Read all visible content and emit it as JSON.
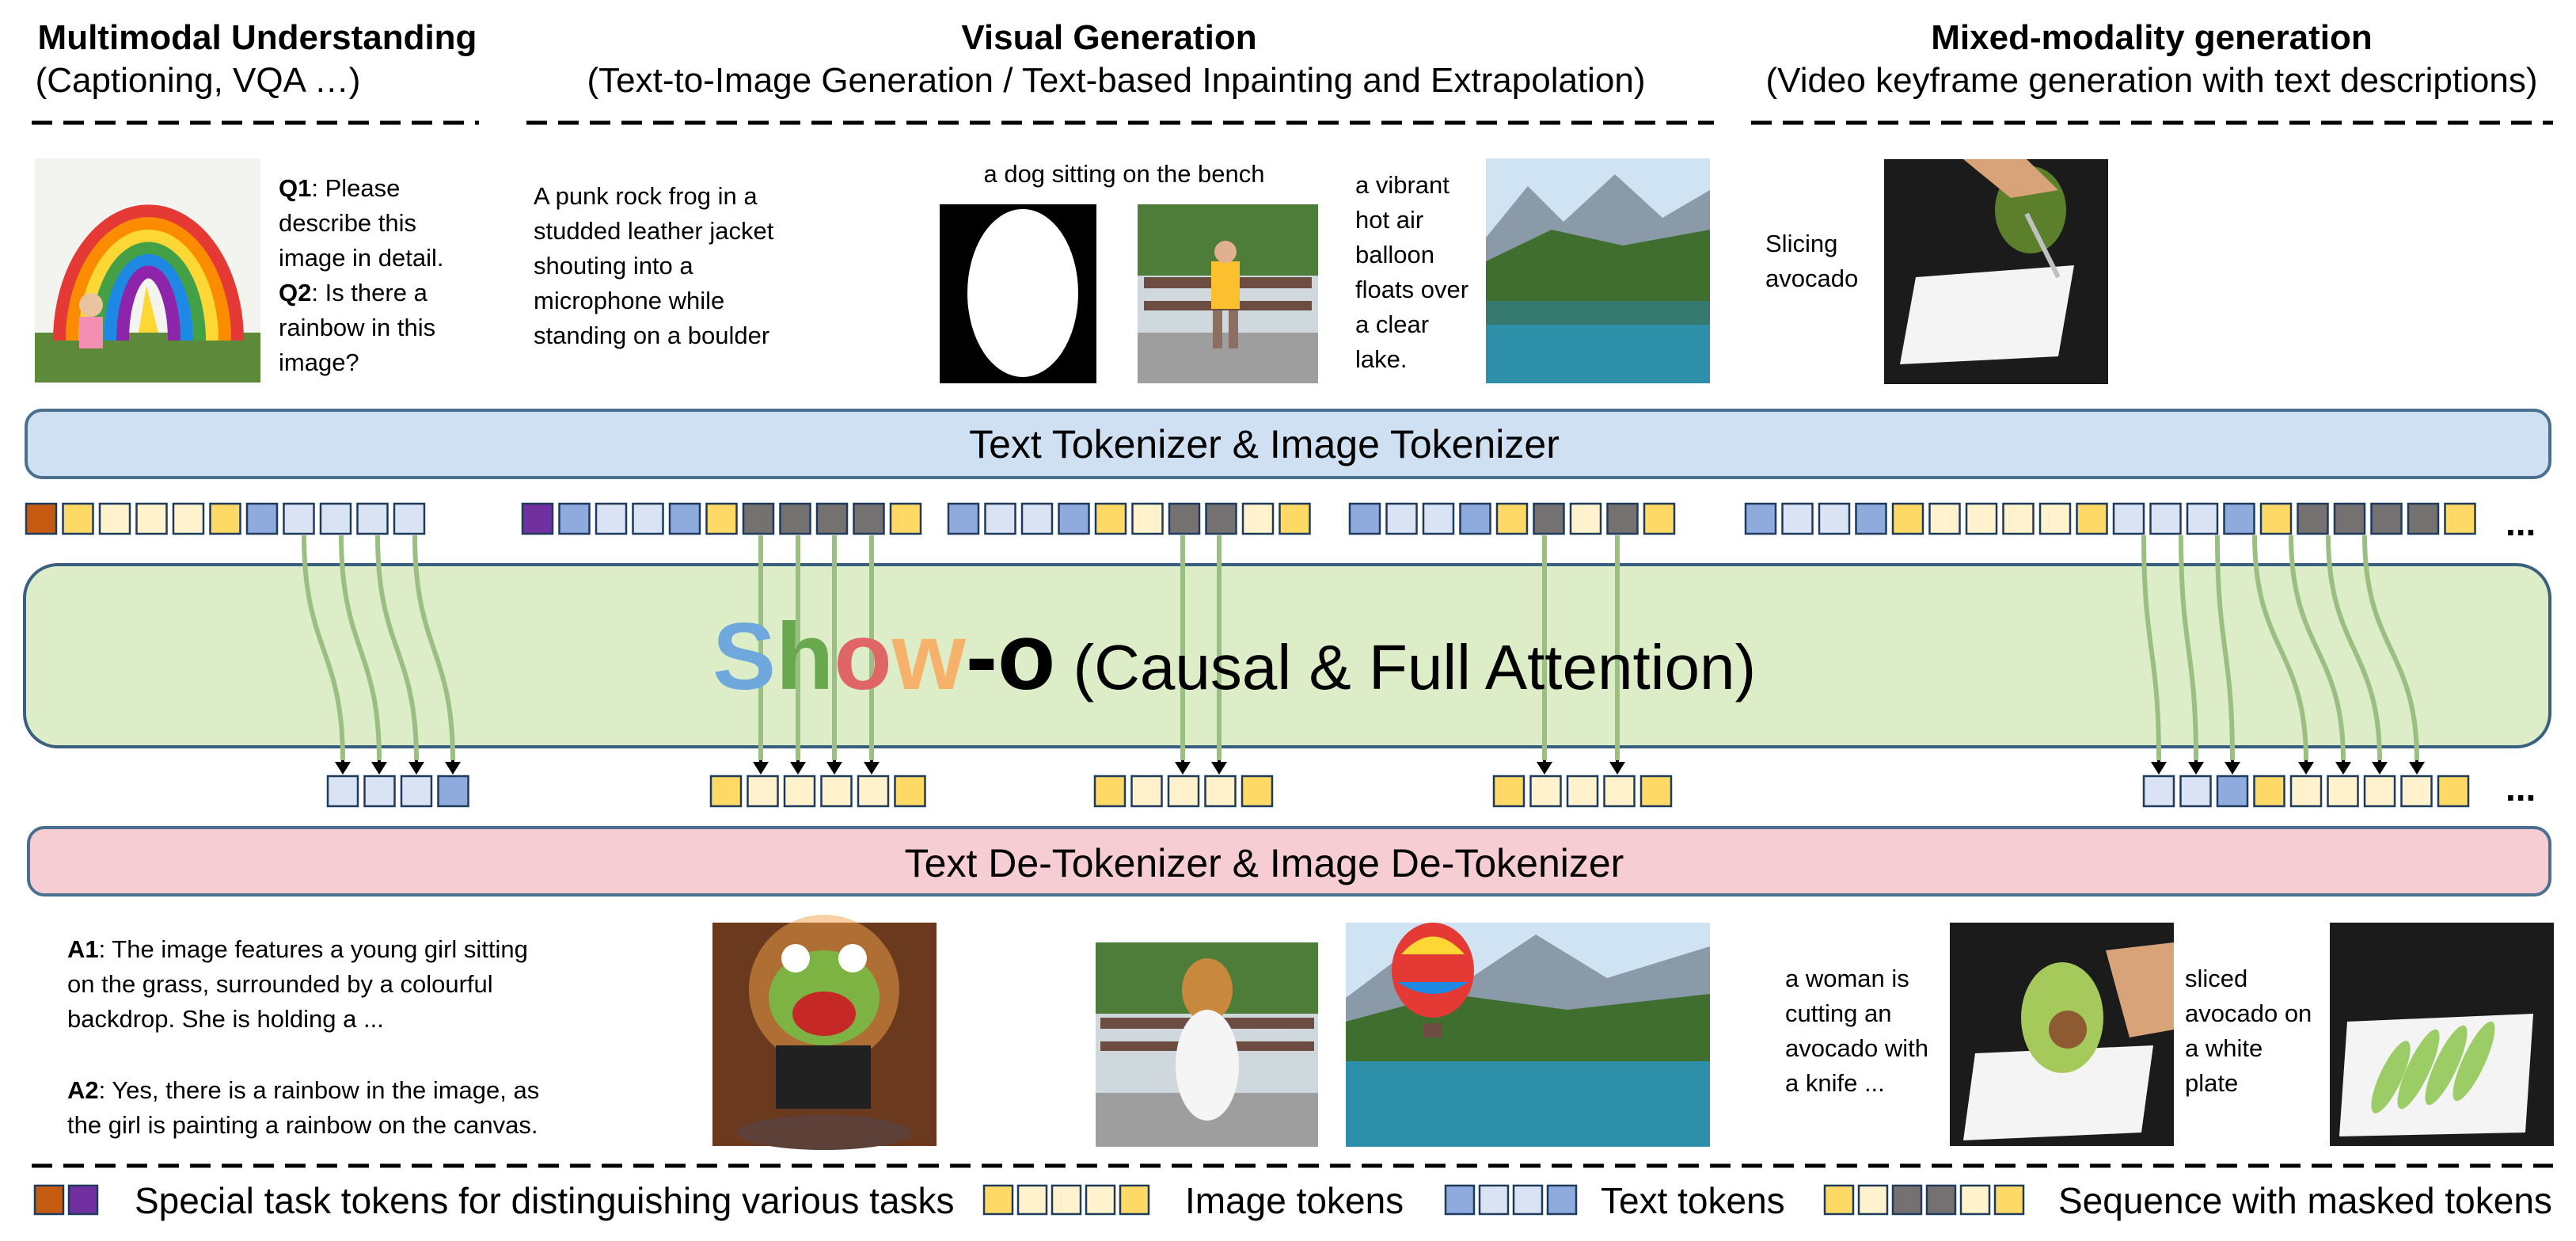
{
  "sections": {
    "understanding": {
      "title": "Multimodal Understanding",
      "subtitle": "(Captioning, VQA …)"
    },
    "generation": {
      "title": "Visual Generation",
      "subtitle": "(Text-to-Image Generation / Text-based Inpainting and Extrapolation)"
    },
    "mixed": {
      "title": "Mixed-modality generation",
      "subtitle": "(Video keyframe generation with text descriptions)"
    }
  },
  "inputs": {
    "q1_label": "Q1",
    "q1_lines": [
      ": Please",
      "describe this",
      "image in detail."
    ],
    "q2_label": "Q2",
    "q2_lines": [
      ": Is there a",
      "rainbow in this",
      "image?"
    ],
    "t2i_prompt": [
      "A punk rock frog in a",
      "studded leather jacket",
      "shouting into a",
      "microphone while",
      "standing on a boulder"
    ],
    "inpaint_prompt": "a dog sitting on the bench",
    "extrap_prompt": [
      "a vibrant",
      "hot air",
      "balloon",
      "floats over",
      "a clear",
      "lake."
    ],
    "mixed_prompt": [
      "Slicing",
      "avocado"
    ]
  },
  "tokenizer_label": "Text Tokenizer & Image Tokenizer",
  "model": {
    "name_letters": [
      "S",
      "h",
      "o",
      "w",
      "-o"
    ],
    "subtitle": " (Causal & Full Attention)"
  },
  "detokenizer_label": "Text De-Tokenizer & Image De-Tokenizer",
  "outputs": {
    "a1_label": "A1",
    "a1_lines": [
      ": The image features a young girl sitting",
      "on the grass, surrounded by a colourful",
      "backdrop. She is holding a ..."
    ],
    "a2_label": "A2",
    "a2_lines": [
      ": Yes, there is a rainbow in the image, as",
      "the girl is painting a rainbow on the canvas."
    ],
    "mixed_out1": [
      "a woman is",
      "cutting an",
      "avocado with",
      "a knife ..."
    ],
    "mixed_out2": [
      "sliced",
      "avocado on",
      "a white",
      "plate"
    ]
  },
  "ellipsis": "...",
  "legend": {
    "special": "Special task tokens for distinguishing various tasks",
    "image": "Image tokens",
    "text": "Text tokens",
    "masked": "Sequence with masked tokens"
  },
  "colors": {
    "special_orange": "#c55a11",
    "special_purple": "#7030a0",
    "img_yellow": "#ffd966",
    "img_cream": "#fff2cc",
    "txt_blue": "#8faadc",
    "txt_light": "#dae3f3",
    "mask_gray": "#767171",
    "tokenizer_fill": "#cfe0f2",
    "detok_fill": "#f6cdd2",
    "model_fill": "#dcedc8",
    "logo_s": "#6fa8dc",
    "logo_h": "#6aa84f",
    "logo_o": "#e06666",
    "logo_w": "#f6b26b",
    "logo_dash_o": "#000000"
  },
  "icons": [
    "rainbow-painting-image",
    "mask-image",
    "dog-on-bench-image",
    "mountain-lake-image",
    "avocado-slicing-image",
    "frog-rockstar-image",
    "dog-output-image",
    "balloon-lake-image",
    "avocado-cut-image",
    "sliced-avocado-image"
  ]
}
